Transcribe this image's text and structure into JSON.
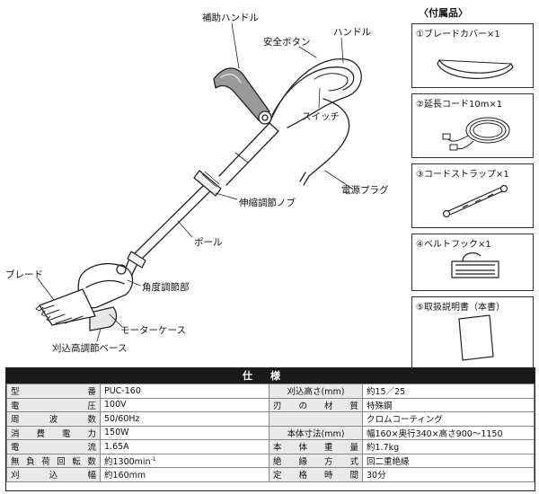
{
  "labels": {
    "aux_handle": "補助ハンドル",
    "safety_button": "安全ボタン",
    "handle": "ハンドル",
    "switch": "スイッチ",
    "power_plug": "電源プラグ",
    "telescopic_knob": "伸縮調節ノブ",
    "pole": "ポール",
    "blade": "ブレード",
    "angle_adjust": "角度調節部",
    "motor_case": "モーターケース",
    "cut_height_base": "刈込高調節ベース"
  },
  "accessories": {
    "title": "〈付属品〉",
    "items": [
      {
        "label": "①ブレードカバー×1",
        "icon": "blade-cover-icon"
      },
      {
        "label": "②延長コード10m×1",
        "icon": "extension-cord-icon"
      },
      {
        "label": "③コードストラップ×1",
        "icon": "cord-strap-icon"
      },
      {
        "label": "④ベルトフック×1",
        "icon": "belt-hook-icon"
      },
      {
        "label": "⑤取扱説明書（本書）",
        "icon": "manual-icon"
      }
    ]
  },
  "spec": {
    "title": "仕様",
    "rows": [
      {
        "k1": "型番",
        "v1": "PUC-160",
        "k2": "刈込高さ(mm)",
        "v2": "約15／25"
      },
      {
        "k1": "電圧",
        "v1": "100V",
        "k2": "刃の材質",
        "v2": "特殊鋼"
      },
      {
        "k1": "周波数",
        "v1": "50/60Hz",
        "k2": "",
        "v2": "クロムコーティング"
      },
      {
        "k1": "消費電力",
        "v1": "150W",
        "k2": "本体寸法(mm)",
        "v2": "幅160×奥行340×高さ900～1150"
      },
      {
        "k1": "電流",
        "v1": "1.65A",
        "k2": "本体重量",
        "v2": "約1.7kg"
      },
      {
        "k1": "無負荷回転数",
        "v1": "約1300min",
        "v1_sup": "-1",
        "k2": "絶縁方式",
        "v2": "回二重絶縁"
      },
      {
        "k1": "刈込幅",
        "v1": "約160mm",
        "k2": "定格時間",
        "v2": "30分"
      }
    ]
  }
}
